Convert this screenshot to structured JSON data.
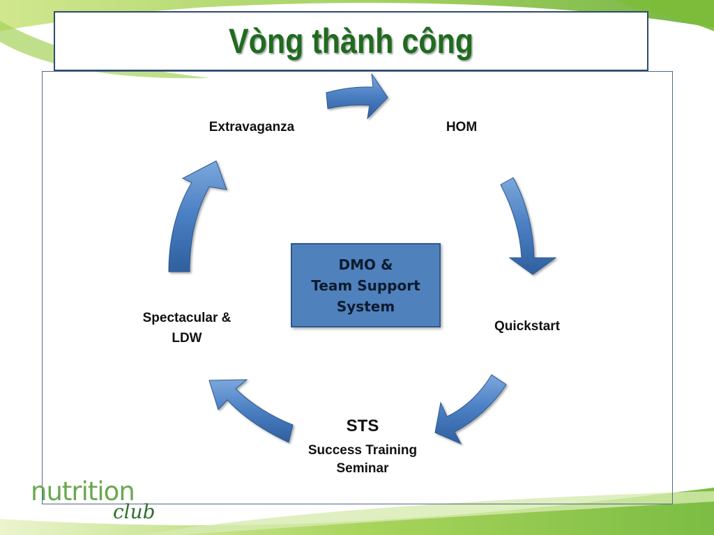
{
  "slide": {
    "title": "Vòng thành công",
    "center_box": {
      "lines": [
        "DMO &",
        "Team Support",
        "System"
      ],
      "fill_color": "#4f81bd"
    },
    "nodes": [
      {
        "id": "extravaganza",
        "lines": [
          "Extravaganza"
        ]
      },
      {
        "id": "hom",
        "lines": [
          "HOM"
        ]
      },
      {
        "id": "quickstart",
        "lines": [
          "Quickstart"
        ]
      },
      {
        "id": "sts",
        "lines": [
          "STS",
          "Success Training",
          "Seminar"
        ]
      },
      {
        "id": "spectacular",
        "lines": [
          "Spectacular &",
          "LDW"
        ]
      }
    ],
    "arrow_color": "#4a7ec2",
    "accent_green": "#6aa84f",
    "logo": {
      "main": "nutrition",
      "sub": "club",
      "icon": "nutrition-club-logo"
    }
  }
}
